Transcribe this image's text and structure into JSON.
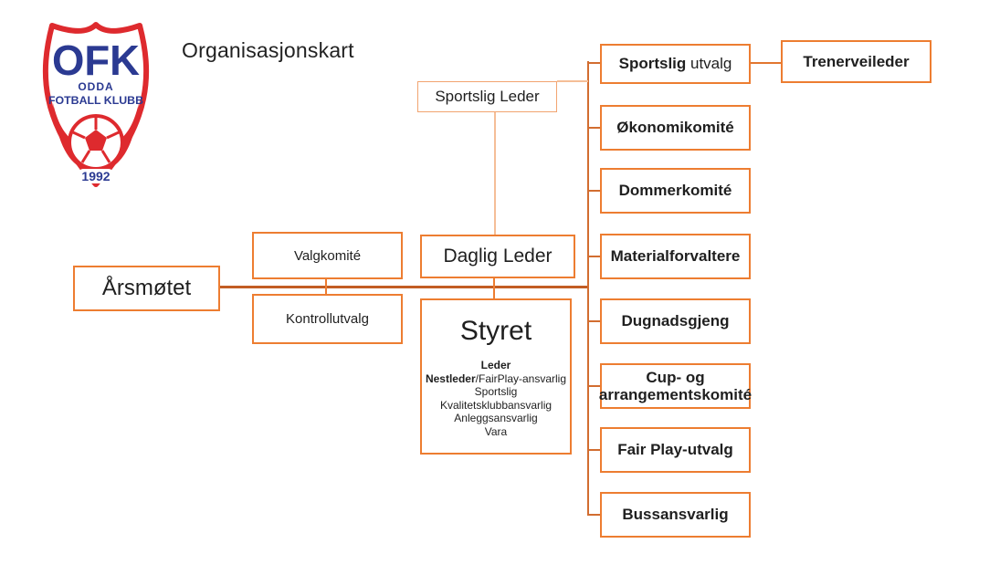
{
  "page": {
    "title": "Organisasjonskart"
  },
  "logo": {
    "abbr": "OFK",
    "name_line1": "ODDA",
    "name_line2": "FOTBALL KLUBB",
    "year": "1992",
    "colors": {
      "red": "#DE2A2E",
      "blue": "#2B3A92"
    }
  },
  "colors": {
    "box_border": "#ED7D31",
    "main_line": "#C25D24",
    "tree_line": "#D26D30",
    "light_line": "#F5BE97",
    "text": "#1f1f1f"
  },
  "boxes": {
    "arsmotet": {
      "label": "Årsmøtet"
    },
    "valgkomite": {
      "label": "Valgkomité"
    },
    "kontrollutvalg": {
      "label": "Kontrollutvalg"
    },
    "sportslig_leder": {
      "label": "Sportslig Leder"
    },
    "daglig_leder": {
      "label": "Daglig Leder"
    },
    "styret": {
      "title": "Styret",
      "roles": [
        {
          "bold": "Leder",
          "rest": ""
        },
        {
          "bold": "Nestleder",
          "rest": "/FairPlay-ansvarlig"
        },
        {
          "bold": "",
          "rest": "Sportslig"
        },
        {
          "bold": "",
          "rest": "Kvalitetsklubbansvarlig"
        },
        {
          "bold": "",
          "rest": "Anleggsansvarlig"
        },
        {
          "bold": "",
          "rest": "Vara"
        }
      ]
    },
    "sportslig_utvalg": {
      "bold_part": "Sportslig",
      "regular_part": " utvalg"
    },
    "trenerveileder": {
      "label": "Trenerveileder"
    },
    "right_column": [
      {
        "label": "Økonomikomité"
      },
      {
        "label": "Dommerkomité"
      },
      {
        "label": "Materialforvaltere"
      },
      {
        "label": "Dugnadsgjeng"
      },
      {
        "label": "Cup- og arrangementskomité"
      },
      {
        "label": "Fair Play-utvalg"
      },
      {
        "label": "Bussansvarlig"
      }
    ]
  }
}
